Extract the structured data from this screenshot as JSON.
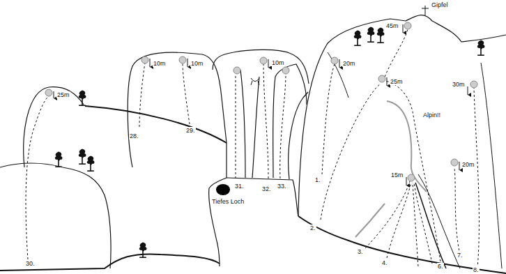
{
  "diagram": {
    "labels": [
      "Gipfel",
      "45m",
      "20m",
      "25m",
      "30m",
      "20m",
      "15m",
      "Alpin!!",
      "10m",
      "10m",
      "10m",
      "25m",
      "28.",
      "29.",
      "31.",
      "32.",
      "33.",
      "1.",
      "2.",
      "3.",
      "4.",
      "6.",
      "7.",
      "8.",
      "30.",
      "Tiefes Loch"
    ]
  }
}
